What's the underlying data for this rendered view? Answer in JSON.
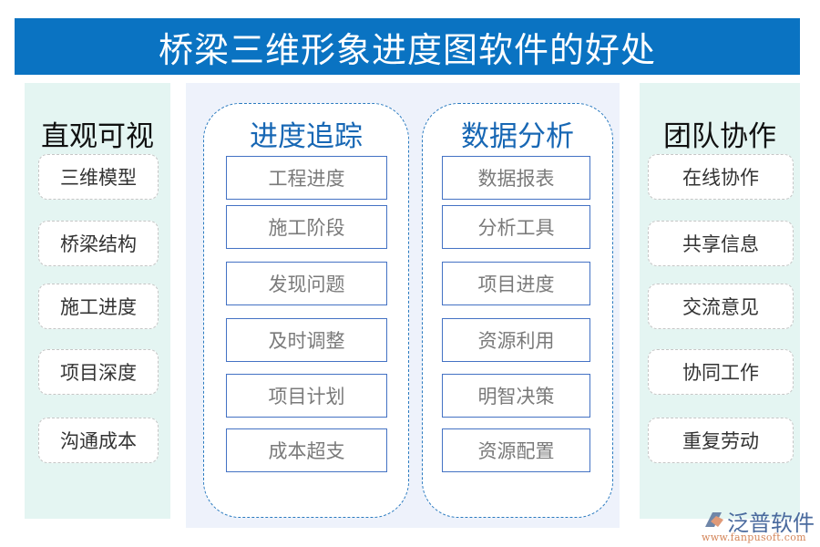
{
  "title": "桥梁三维形象进度图软件的好处",
  "left_panel": {
    "heading": "直观可视",
    "items": [
      "三维模型",
      "桥梁结构",
      "施工进度",
      "项目深度",
      "沟通成本"
    ]
  },
  "center": {
    "columns": [
      {
        "heading": "进度追踪",
        "items": [
          "工程进度",
          "施工阶段",
          "发现问题",
          "及时调整",
          "项目计划",
          "成本超支"
        ]
      },
      {
        "heading": "数据分析",
        "items": [
          "数据报表",
          "分析工具",
          "项目进度",
          "资源利用",
          "明智决策",
          "资源配置"
        ]
      }
    ]
  },
  "right_panel": {
    "heading": "团队协作",
    "items": [
      "在线协作",
      "共享信息",
      "交流意见",
      "协同工作",
      "重复劳动"
    ]
  },
  "logo": {
    "name": "泛普软件",
    "url": "www.fanpusoft.com"
  },
  "colors": {
    "title_bg": "#0a73c2",
    "side_bg": "#e4f5f2",
    "center_bg": "#eef2fb",
    "accent_blue": "#1767b4",
    "box_border": "#4472c4"
  }
}
